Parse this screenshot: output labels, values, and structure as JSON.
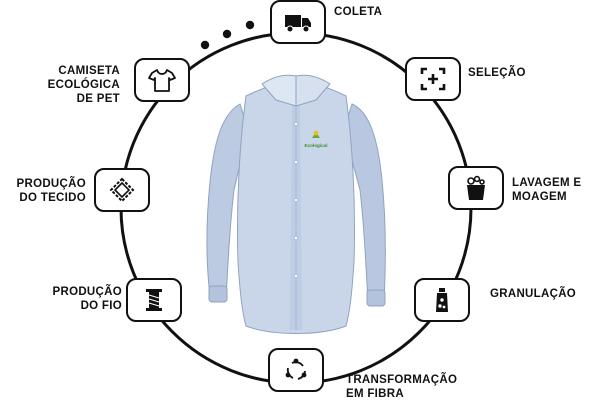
{
  "colors": {
    "ink": "#111111",
    "background": "#ffffff",
    "shirt": "#c9d6ea"
  },
  "stages": [
    {
      "id": "coleta",
      "label": "COLETA",
      "icon": "truck-icon"
    },
    {
      "id": "selecao",
      "label": "SELEÇÃO",
      "icon": "scan-frame-icon"
    },
    {
      "id": "lavagem",
      "label": "LAVAGEM E\nMOAGEM",
      "icon": "bucket-icon"
    },
    {
      "id": "granulacao",
      "label": "GRANULAÇÃO",
      "icon": "bottle-icon"
    },
    {
      "id": "transformacao",
      "label": "TRANSFORMAÇÃO\nEM FIBRA",
      "icon": "recycle-arrows-icon"
    },
    {
      "id": "fio",
      "label": "PRODUÇÃO\nDO FIO",
      "icon": "thread-spool-icon"
    },
    {
      "id": "tecido",
      "label": "PRODUÇÃO\nDO TECIDO",
      "icon": "fabric-patch-icon"
    },
    {
      "id": "camiseta",
      "label": "CAMISETA\nECOLÓGICA\nDE PET",
      "icon": "tshirt-icon"
    }
  ],
  "shirt_logo_text": "Ecological"
}
